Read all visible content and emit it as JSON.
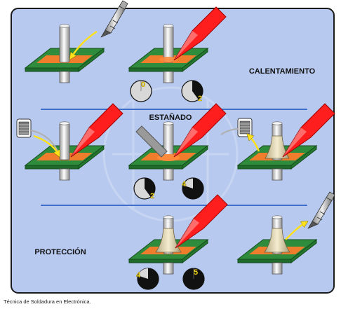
{
  "labels": {
    "heating": "CALENTAMIENTO",
    "tinning": "ESTAÑADO",
    "protection": "PROTECCIÓN"
  },
  "caption": "Técnica de Soldadura en Electrónica.",
  "timers": {
    "heat_start": "0",
    "heat_end": "2",
    "tin_start": "2",
    "tin_end": "4",
    "prot_start": "4",
    "prot_end": "5"
  },
  "colors": {
    "panel_bg": "#b7c9ef",
    "board": "#2e8c3c",
    "copper": "#ef7d2c",
    "iron_tip": "#ff1e1e",
    "pin": "#d8d8d8",
    "solder": "#e6dcb8",
    "divider": "#3f6fc8"
  }
}
